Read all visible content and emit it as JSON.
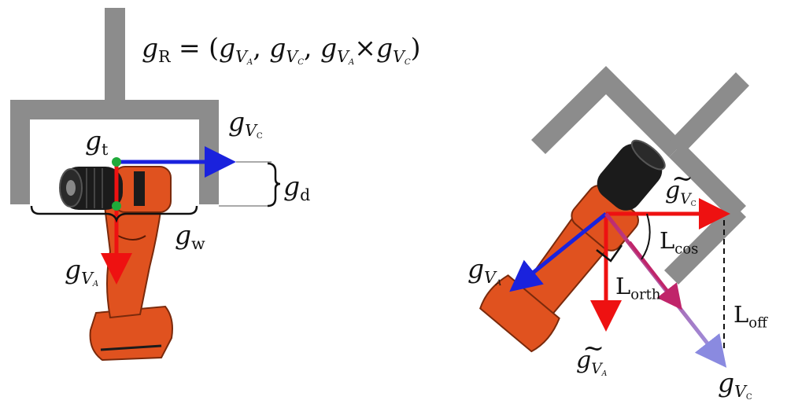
{
  "labels": {
    "gR_eq": {
      "g": "g",
      "R": "R",
      "eq": " = (",
      "gVA1": "g",
      "VA1": "V",
      "A1": "A",
      "c1": ", ",
      "gVC1": "g",
      "VC1": "V",
      "C1": "C",
      "c2": ", ",
      "gVA2": "g",
      "VA2": "V",
      "A2": "A",
      "x": "×",
      "gVC2": "g",
      "VC2": "V",
      "C2": "C",
      "end": ")"
    },
    "gVC_left": {
      "g": "g",
      "V": "V",
      "C": "C"
    },
    "gt": {
      "g": "g",
      "t": "t"
    },
    "gd": {
      "g": "g",
      "d": "d"
    },
    "gw": {
      "g": "g",
      "w": "w"
    },
    "gVA_left": {
      "g": "g",
      "V": "V",
      "A": "A"
    },
    "gVC_tilde": {
      "g": "g",
      "V": "V",
      "C": "C"
    },
    "Lcos": {
      "L": "L",
      "sub": "cos"
    },
    "gVA_right": {
      "g": "g",
      "V": "V",
      "A": "A"
    },
    "Lorth": {
      "L": "L",
      "sub": "orth"
    },
    "Loff": {
      "L": "L",
      "sub": "off"
    },
    "gVA_tilde": {
      "g": "g",
      "V": "V",
      "A": "A"
    },
    "gVC_right": {
      "g": "g",
      "V": "V",
      "C": "C"
    }
  },
  "colors": {
    "gripper": "#8c8c8c",
    "red_arrow": "#ee1111",
    "blue_arrow": "#1a22dd",
    "faded_blue": "#8a8ae0",
    "contact_point": "#1faa3a",
    "drill_orange": "#e0521f",
    "drill_black": "#1b1b1b"
  }
}
